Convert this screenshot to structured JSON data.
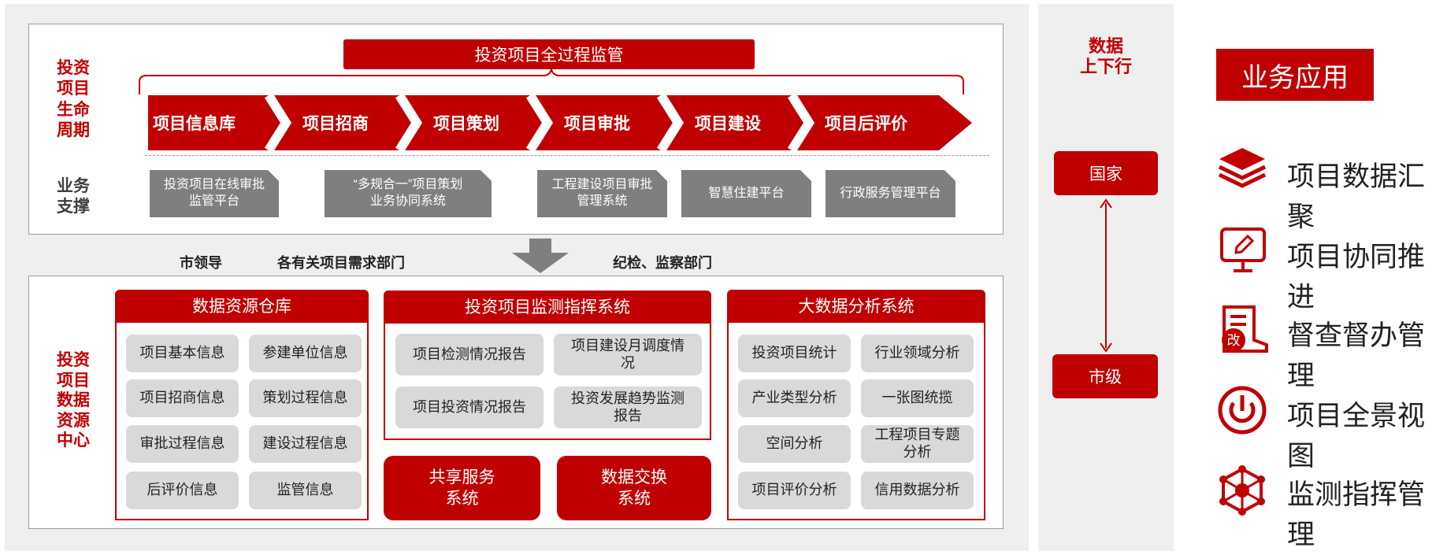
{
  "top": {
    "lifecycle_label": "投资\n项目\n生命\n周期",
    "support_label": "业务\n支撑",
    "banner": "投资项目全过程监管",
    "stages": [
      "项目信息库",
      "项目招商",
      "项目策划",
      "项目审批",
      "项目建设",
      "项目后评价"
    ],
    "supports": [
      "投资项目在线审批\n监管平台",
      "“多规合一”项目策划\n业务协同系统",
      "工程建设项目审批\n管理系统",
      "智慧住建平台",
      "行政服务管理平台"
    ]
  },
  "middle": {
    "left_label": "市领导",
    "mid_label": "各有关项目需求部门",
    "right_label": "纪检、监察部门"
  },
  "bottom": {
    "center_label": "投资\n项目\n数据\n资源\n中心",
    "warehouse": {
      "title": "数据资源仓库",
      "items": [
        "项目基本信息",
        "参建单位信息",
        "项目招商信息",
        "策划过程信息",
        "审批过程信息",
        "建设过程信息",
        "后评价信息",
        "监管信息"
      ]
    },
    "monitor": {
      "title": "投资项目监测指挥系统",
      "items": [
        "项目检测情况报告",
        "项目建设月调度情\n况",
        "项目投资情况报告",
        "投资发展趋势监测\n报告"
      ]
    },
    "share": "共享服务\n系统",
    "exchange": "数据交换\n系统",
    "bigdata": {
      "title": "大数据分析系统",
      "items": [
        "投资项目统计",
        "行业领域分析",
        "产业类型分析",
        "一张图统揽",
        "空间分析",
        "工程项目专题\n分析",
        "项目评价分析",
        "信用数据分析"
      ]
    }
  },
  "flow": {
    "title": "数据\n上下行",
    "national": "国家",
    "city": "市级"
  },
  "apps": {
    "title": "业务应用",
    "items": [
      {
        "icon": "layers-icon",
        "label": "项目数据汇聚"
      },
      {
        "icon": "edit-screen-icon",
        "label": "项目协同推进"
      },
      {
        "icon": "inspection-icon",
        "label": "督查督办管理"
      },
      {
        "icon": "power-target-icon",
        "label": "项目全景视图"
      },
      {
        "icon": "network-icon",
        "label": "监测指挥管理"
      }
    ],
    "colors": {
      "accent": "#c00000",
      "gray": "#7f7f7f",
      "light": "#d9d9d9"
    }
  }
}
